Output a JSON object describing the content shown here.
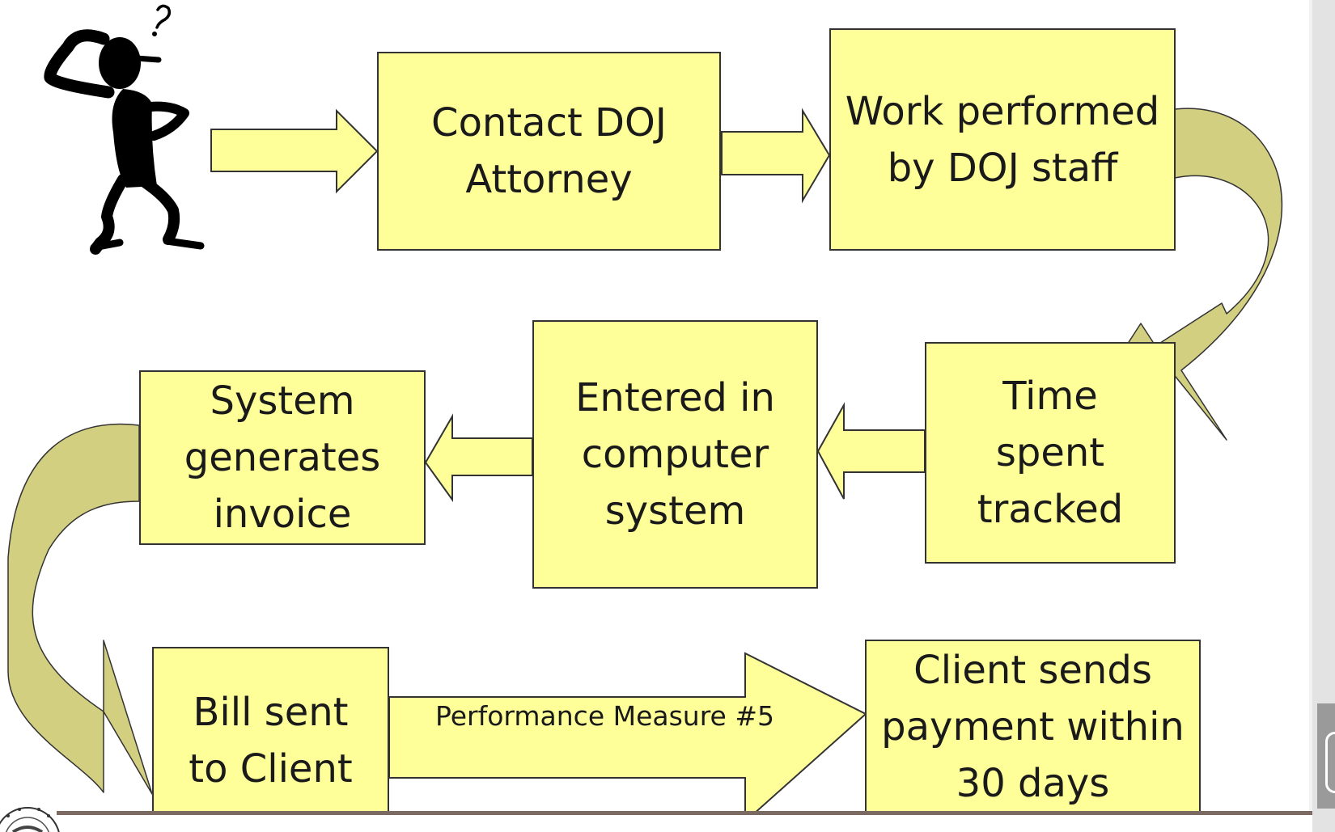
{
  "steps": {
    "contact": "Contact DOJ Attorney",
    "work": "Work performed by DOJ staff",
    "time": "Time spent tracked",
    "entered": "Entered in computer system",
    "invoice": "System generates invoice",
    "bill": "Bill sent to Client",
    "payment": "Client sends payment within 30 days"
  },
  "arrow_label": "Performance Measure #5",
  "icons": {
    "figure": "confused-stick-figure-icon",
    "seal": "state-seal-icon"
  },
  "colors": {
    "box_fill": "#ffff99",
    "curved_arrow_fill": "#d3cf81",
    "border": "#333333"
  }
}
